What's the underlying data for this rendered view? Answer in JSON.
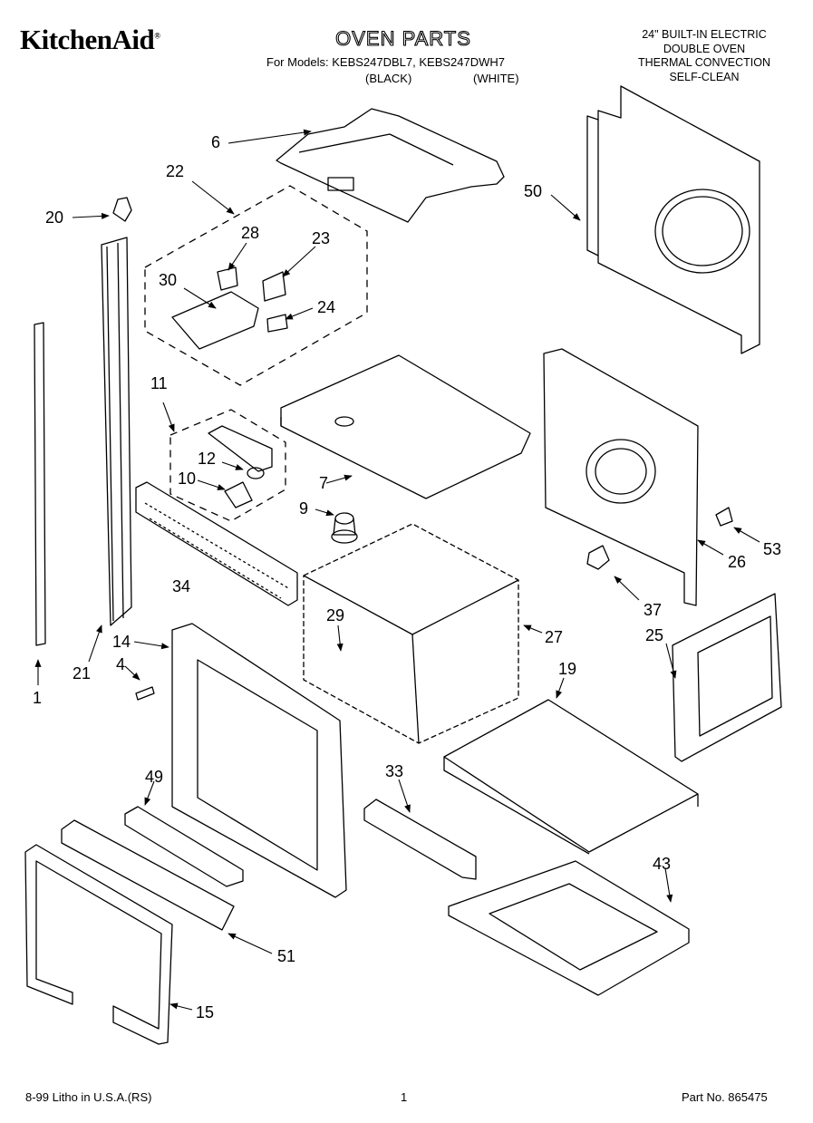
{
  "header": {
    "brand": "KitchenAid",
    "brand_mark": "®",
    "title": "OVEN PARTS",
    "models_line": "For Models: KEBS247DBL7, KEBS247DWH7",
    "color_black": "(BLACK)",
    "color_white": "(WHITE)",
    "spec_lines": [
      "24\" BUILT-IN ELECTRIC",
      "DOUBLE OVEN",
      "THERMAL CONVECTION",
      "SELF-CLEAN"
    ]
  },
  "part_labels": [
    "6",
    "22",
    "20",
    "28",
    "23",
    "30",
    "24",
    "50",
    "11",
    "12",
    "10",
    "7",
    "9",
    "34",
    "26",
    "53",
    "37",
    "29",
    "27",
    "25",
    "14",
    "4",
    "21",
    "1",
    "19",
    "49",
    "33",
    "43",
    "51",
    "15"
  ],
  "footer": {
    "left": "8-99 Litho in U.S.A.(RS)",
    "page": "1",
    "part_no": "Part No. 865475"
  }
}
